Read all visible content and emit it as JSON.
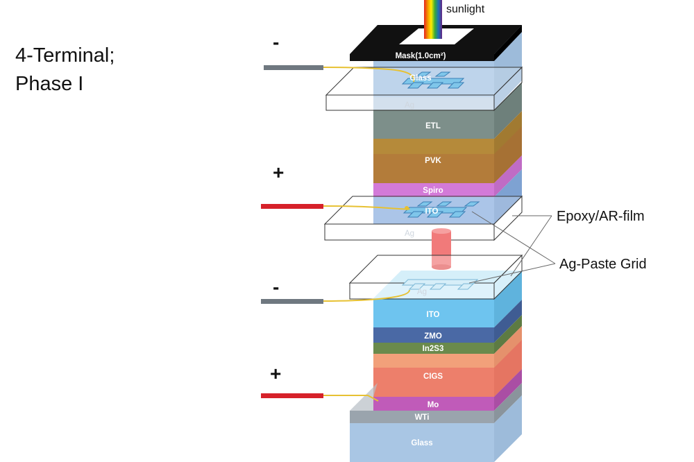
{
  "heading": {
    "line1": "4-Terminal;",
    "line2": "Phase I"
  },
  "sunlight_label": "sunlight",
  "top_cell": {
    "mask": "Mask(1.0cm²)",
    "glass": "Glass",
    "ag": "Ag",
    "etl": "ETL",
    "pvk": "PVK",
    "spiro": "Spiro",
    "ito": "ITO",
    "ag_bottom": "Ag"
  },
  "bottom_cell": {
    "ag": "Ag",
    "ito": "ITO",
    "zmo": "ZMO",
    "in2s3": "In2S3",
    "cigs": "CIGS",
    "mo": "Mo",
    "wti": "WTi",
    "glass": "Glass"
  },
  "terminals": {
    "minus": "-",
    "plus": "+"
  },
  "callouts": {
    "epoxy": "Epoxy/AR-film",
    "ag_grid": "Ag-Paste Grid"
  },
  "colors": {
    "glass": "#a9c6e4",
    "etl": "#7d8f8a",
    "pvk": "#b58a3a",
    "spiro": "#d37ad8",
    "ito_top": "#8fb2e0",
    "ito_bottom": "#6ec4ef",
    "zmo": "#4a69a5",
    "in2s3": "#6a8a4c",
    "cigs": "#f2a07a",
    "mo": "#c05bb9",
    "wti": "#9aa4ad",
    "lead_negative": "#6f7880",
    "lead_positive": "#d6212a",
    "wire": "#e7c132",
    "mask": "#111111"
  }
}
